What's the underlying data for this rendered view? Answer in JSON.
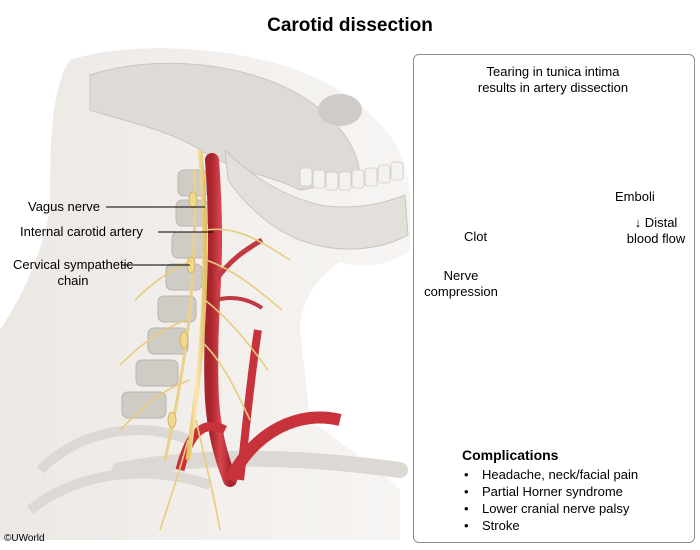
{
  "title": "Carotid dissection",
  "left_labels": {
    "vagus": "Vagus nerve",
    "ica": "Internal carotid artery",
    "sympathetic_line1": "Cervical sympathetic",
    "sympathetic_line2": "chain"
  },
  "inset": {
    "title_line1": "Tearing in tunica intima",
    "title_line2": "results in artery dissection",
    "emboli": "Emboli",
    "distal_line1": "↓ Distal",
    "distal_line2": "blood flow",
    "clot": "Clot",
    "nerve_line1": "Nerve",
    "nerve_line2": "compression"
  },
  "complications": {
    "heading": "Complications",
    "items": [
      "Headache, neck/facial pain",
      "Partial Horner syndrome",
      "Lower cranial nerve palsy",
      "Stroke"
    ]
  },
  "copyright": "©UWorld",
  "colors": {
    "artery": "#c8323a",
    "artery_dark": "#8e1b22",
    "nerve": "#f0d88c",
    "bone": "#d9d6d0",
    "skin": "#e7e2dd"
  }
}
